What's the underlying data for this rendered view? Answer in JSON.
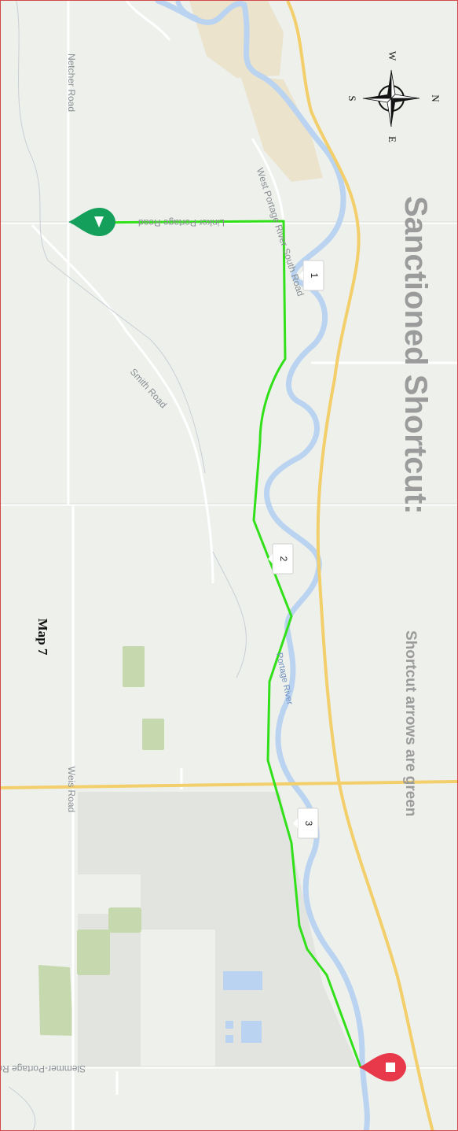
{
  "map": {
    "title": "Sanctioned Shortcut:",
    "subtitle": "Shortcut arrows are green",
    "map_number": "Map 7",
    "compass": {
      "north": "N",
      "south": "S",
      "east": "E",
      "west": "W"
    },
    "roads": {
      "netcher": "Netcher Road",
      "linker": "Linker Portage Road",
      "west_portage": "West Portage River South Road",
      "smith": "Smith Road",
      "weis": "Weis Road",
      "slemmer": "Slemmer-Portage Road"
    },
    "river_label": "Portage River",
    "waypoints": [
      "1",
      "2",
      "3"
    ],
    "route": {
      "color": "#32e01a",
      "start_marker_color": "#14a05a",
      "end_marker_color": "#e8394a"
    },
    "colors": {
      "background": "#eef0ec",
      "water": "#b9d3f0",
      "highway": "#f3cf6b",
      "park": "#c6d8ae",
      "industrial": "#e2e4e0",
      "sand": "#ece3cc"
    }
  }
}
